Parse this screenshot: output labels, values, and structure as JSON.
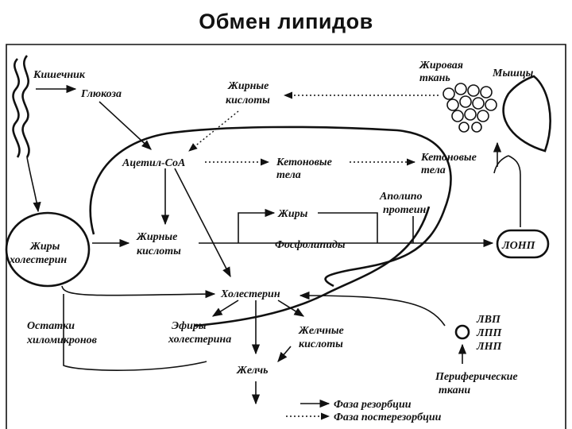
{
  "title": "Обмен липидов",
  "labels": {
    "intestine": "Кишечник",
    "glucose": "Глюкоза",
    "fatty_acids_top_1": "Жирные",
    "fatty_acids_top_2": "кислоты",
    "adipose_1": "Жировая",
    "adipose_2": "ткань",
    "muscles": "Мышцы",
    "acetyl_coa": "Ацетил-CoA",
    "ketone_mid_1": "Кетоновые",
    "ketone_mid_2": "тела",
    "ketone_right_1": "Кетоновые",
    "ketone_right_2": "тела",
    "apolipo_1": "Аполипо",
    "apolipo_2": "протеин",
    "fats": "Жиры",
    "fats_chol_1": "Жиры",
    "fats_chol_2": "холестерин",
    "fatty_acids_mid_1": "Жирные",
    "fatty_acids_mid_2": "кислоты",
    "phospholipids": "Фосфолипиды",
    "vldl": "ЛОНП",
    "cholesterol": "Холестерин",
    "chylo_1": "Остатки",
    "chylo_2": "хиломикронов",
    "esters_1": "Эфиры",
    "esters_2": "холестерина",
    "bile_acids_1": "Желчные",
    "bile_acids_2": "кислоты",
    "bile": "Желчь",
    "hdl": "ЛВП",
    "idl": "ЛПП",
    "ldl": "ЛНП",
    "peripheral_1": "Периферические",
    "peripheral_2": "ткани",
    "legend_absorption": "Фаза резорбции",
    "legend_postabsorption": "Фаза постерезорбции"
  }
}
